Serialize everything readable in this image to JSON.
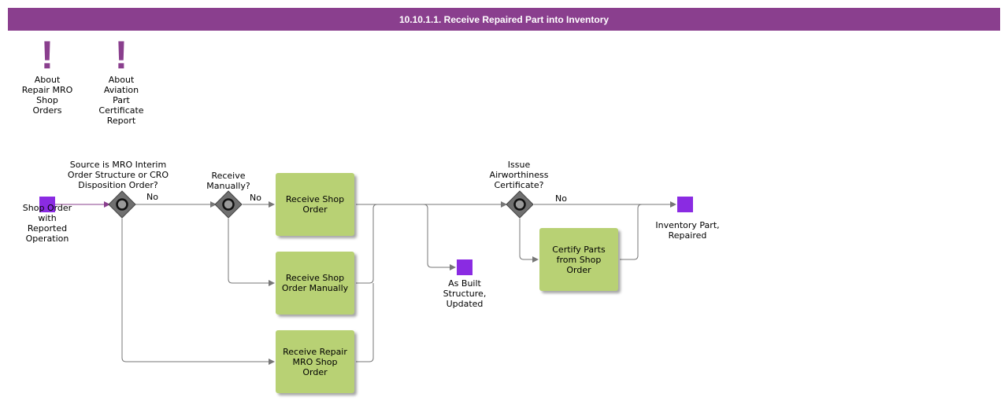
{
  "title": "10.10.1.1. Receive Repaired Part into Inventory",
  "colors": {
    "title_bar": "#8a3f8e",
    "note_icon": "#8a3f8e",
    "task_fill": "#b8d174",
    "data_object": "#8a2be2",
    "gateway_fill": "#707070",
    "connector": "#777777",
    "start_flow": "#8a3f8e"
  },
  "notes": [
    {
      "icon": "exclamation-icon",
      "glyph": "!",
      "label": "About\nRepair MRO\nShop\nOrders"
    },
    {
      "icon": "exclamation-icon",
      "glyph": "!",
      "label": "About\nAviation\nPart\nCertificate\nReport"
    }
  ],
  "events": {
    "start": "Shop Order\nwith\nReported\nOperation",
    "as_built": "As Built\nStructure,\nUpdated",
    "inventory": "Inventory Part,\nRepaired"
  },
  "gateways": {
    "source": "Source is MRO Interim\nOrder Structure or CRO\nDisposition Order?",
    "manual": "Receive\nManually?",
    "airworthiness": "Issue\nAirworthiness\nCertificate?"
  },
  "flow_labels": {
    "no_1": "No",
    "no_2": "No",
    "no_3": "No"
  },
  "tasks": {
    "receive_shop_order": "Receive Shop\nOrder",
    "receive_manually": "Receive Shop\nOrder Manually",
    "receive_repair": "Receive Repair\nMRO Shop\nOrder",
    "certify_parts": "Certify Parts\nfrom Shop\nOrder"
  }
}
